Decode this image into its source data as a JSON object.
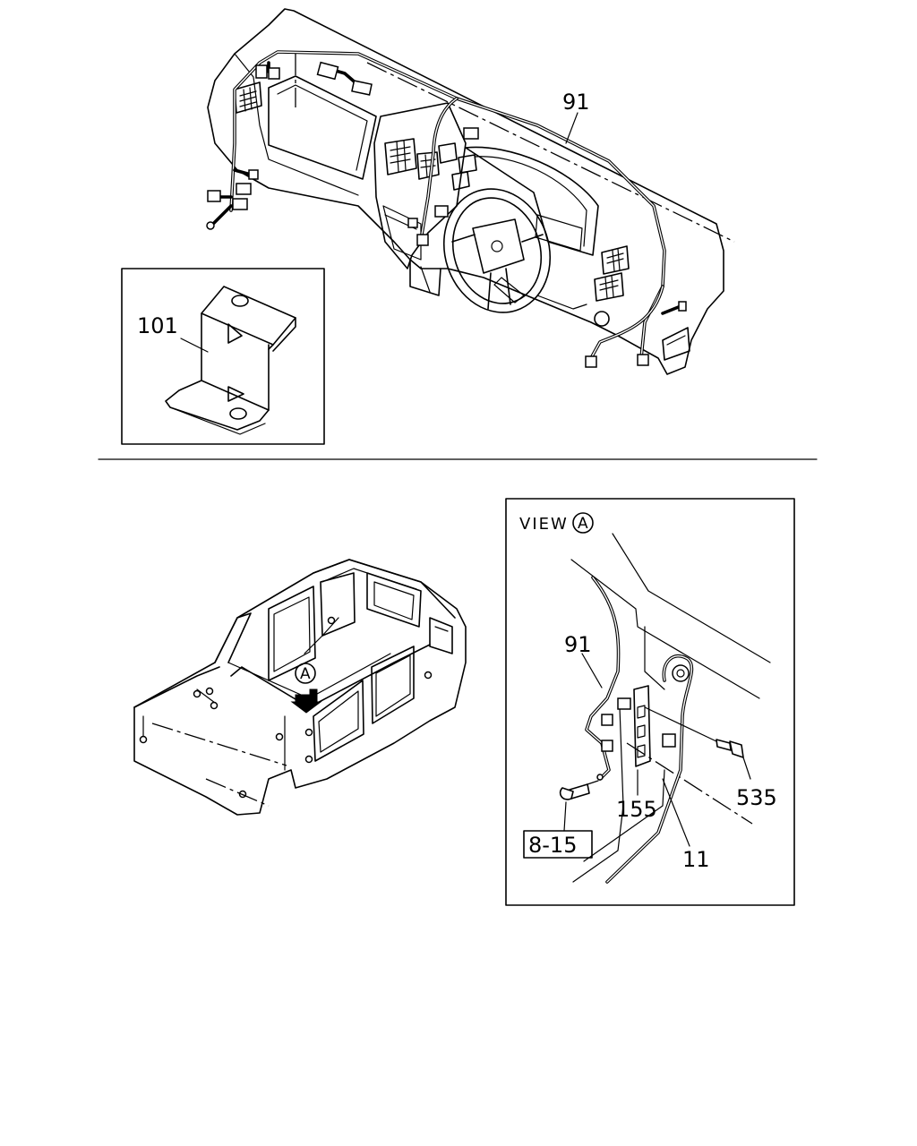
{
  "labels": {
    "harness_main": "91",
    "bracket": "101",
    "view_title": "VIEW",
    "view_marker": "A",
    "body_marker": "A",
    "view_harness": "91",
    "clip": "155",
    "bolt": "535",
    "ground_wire": "11",
    "ref_box": "8-15"
  },
  "icons": {
    "body_arrow": "down-arrow-icon"
  }
}
